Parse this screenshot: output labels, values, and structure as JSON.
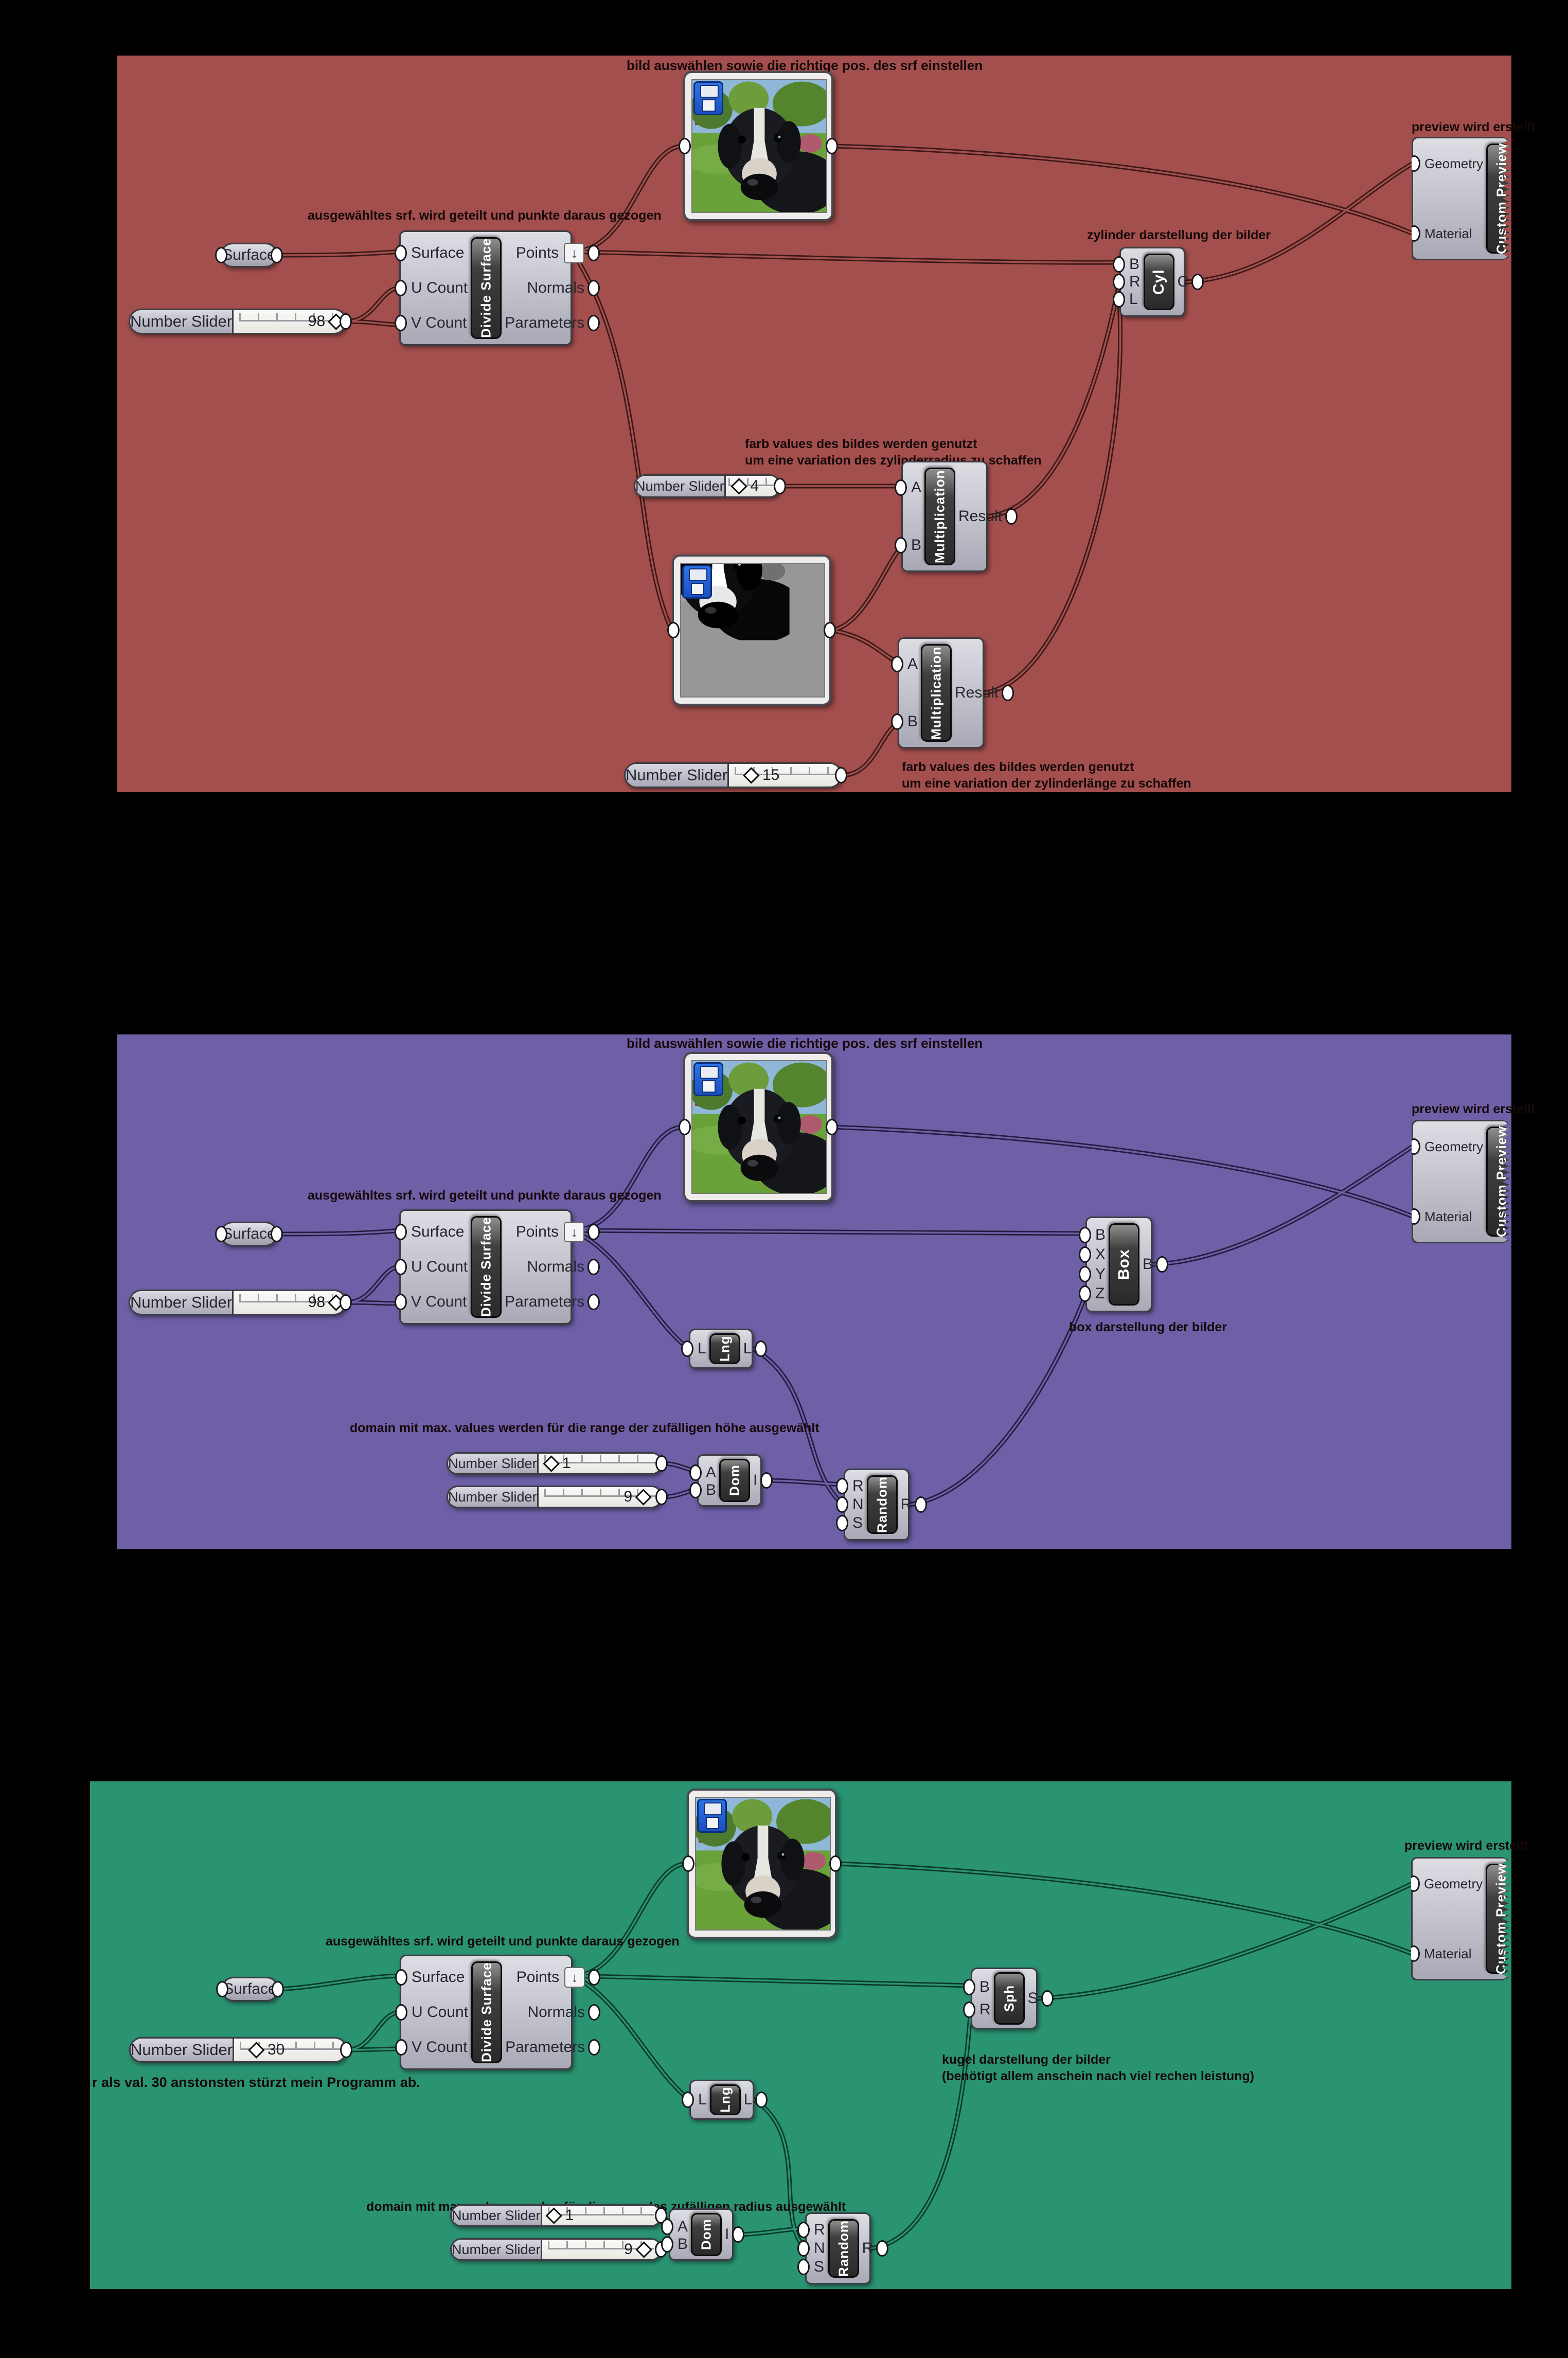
{
  "shared": {
    "annotation_top": "bild auswählen sowie die richtige pos. des srf einstellen",
    "annotation_divide": "ausgewähltes srf. wird geteilt und punkte daraus gezogen",
    "annotation_preview": "preview wird erstellt",
    "surface": "Surface",
    "number_slider": "Number Slider",
    "list_icon": "↓",
    "divide_surface": {
      "title": "Divide Surface",
      "in": [
        "Surface",
        "U Count",
        "V Count"
      ],
      "out": [
        "Points",
        "Normals",
        "Parameters"
      ]
    },
    "multiplication": {
      "title": "Multiplication",
      "in": [
        "A",
        "B"
      ],
      "out": [
        "Result"
      ]
    },
    "custom_preview": {
      "title": "Custom Preview",
      "in": [
        "Geometry",
        "Material"
      ]
    },
    "cyl": {
      "title": "Cyl",
      "in": [
        "B",
        "R",
        "L"
      ],
      "out": [
        "C"
      ]
    },
    "box": {
      "title": "Box",
      "in": [
        "B",
        "X",
        "Y",
        "Z"
      ],
      "out": [
        "B"
      ]
    },
    "dom": {
      "title": "Dom",
      "in": [
        "A",
        "B"
      ],
      "out": [
        "I"
      ]
    },
    "random": {
      "title": "Random",
      "in": [
        "R",
        "N",
        "S"
      ],
      "out": [
        "R"
      ]
    },
    "lng": {
      "title": "Lng",
      "in": [
        "L"
      ],
      "out": [
        "L"
      ]
    },
    "sph": {
      "title": "Sph",
      "in": [
        "B",
        "R"
      ],
      "out": [
        "S"
      ]
    }
  },
  "red": {
    "colors": {
      "bg": "#a34f4d",
      "wire": "#3a1917"
    },
    "slider_uv": "98",
    "slider_radius": "4",
    "slider_length": "15",
    "annotation_cyl": "zylinder darstellung der bilder",
    "annotation_radius_1": "farb values des bildes werden genutzt",
    "annotation_radius_2": "um eine variation des zylinderradius zu schaffen",
    "annotation_length_1": "farb values des bildes werden genutzt",
    "annotation_length_2": "um eine variation der zylinderlänge zu schaffen"
  },
  "purple": {
    "colors": {
      "bg": "#6e5fa6",
      "wire": "#241c3f"
    },
    "slider_uv": "98",
    "slider_min": "1",
    "slider_max": "9",
    "annotation_box": "box darstellung der bilder",
    "annotation_domain": "domain mit max. values werden für die range der zufälligen höhe ausgewählt"
  },
  "green": {
    "colors": {
      "bg": "#2a9372",
      "wire": "#0b3a2c"
    },
    "slider_uv": "30",
    "slider_min": "1",
    "slider_max": "9",
    "annotation_sph_1": "kugel darstellung der bilder",
    "annotation_sph_2": "(benötigt allem anschein nach viel rechen leistung)",
    "annotation_domain": "domain mit max. values werden für die range des zufälligen radius ausgewählt",
    "annotation_warning": "r als val. 30 anstonsten stürzt mein Programm ab."
  }
}
